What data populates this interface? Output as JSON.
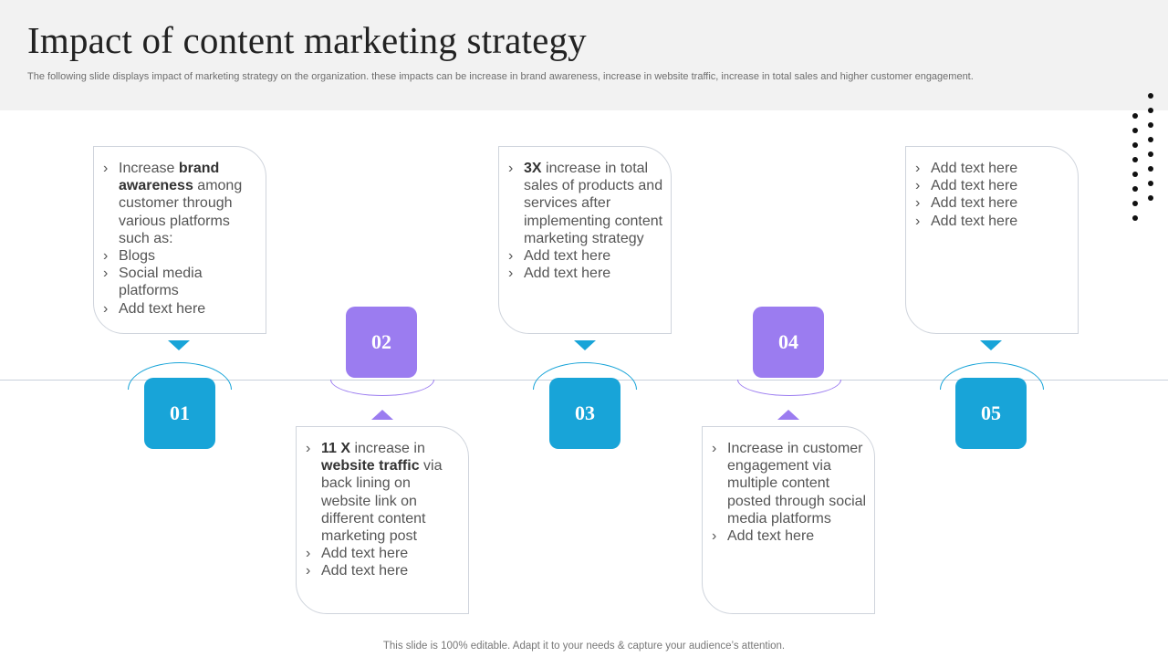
{
  "slide": {
    "title": "Impact of content marketing strategy",
    "subtitle": "The following slide displays impact of marketing strategy on the organization. these impacts can be increase in brand awareness, increase in website traffic, increase in total sales and higher customer engagement.",
    "footer": "This slide is 100% editable. Adapt it to your needs & capture your audience’s attention."
  },
  "steps": [
    {
      "number": "01",
      "items": [
        {
          "pre": "Increase ",
          "bold": "brand awareness",
          "post": " among customer through various platforms such as:"
        },
        {
          "pre": "Blogs",
          "bold": "",
          "post": ""
        },
        {
          "pre": "Social media platforms",
          "bold": "",
          "post": ""
        },
        {
          "pre": "Add text here",
          "bold": "",
          "post": ""
        }
      ]
    },
    {
      "number": "02",
      "items": [
        {
          "pre": "",
          "bold": "11 X",
          "post": " increase in "
        },
        {
          "pre": "Add text here",
          "bold": "",
          "post": ""
        },
        {
          "pre": "Add text here",
          "bold": "",
          "post": ""
        }
      ],
      "item0_bold2": "website traffic",
      "item0_post2": " via back lining on website link on different content marketing post"
    },
    {
      "number": "03",
      "items": [
        {
          "pre": "",
          "bold": "3X",
          "post": " increase in total sales of products and services after implementing content marketing strategy"
        },
        {
          "pre": "Add text here",
          "bold": "",
          "post": ""
        },
        {
          "pre": "Add text here",
          "bold": "",
          "post": ""
        }
      ]
    },
    {
      "number": "04",
      "items": [
        {
          "pre": "Increase in customer engagement via multiple content posted through  social media platforms",
          "bold": "",
          "post": ""
        },
        {
          "pre": "Add text here",
          "bold": "",
          "post": ""
        }
      ]
    },
    {
      "number": "05",
      "items": [
        {
          "pre": "Add text here",
          "bold": "",
          "post": ""
        },
        {
          "pre": "Add text here",
          "bold": "",
          "post": ""
        },
        {
          "pre": "Add text here",
          "bold": "",
          "post": ""
        },
        {
          "pre": "Add text here",
          "bold": "",
          "post": ""
        }
      ]
    }
  ],
  "bullet_glyph": "›",
  "colors": {
    "blue": "#18a4d8",
    "purple": "#9b7cf0",
    "header_bg": "#f2f2f2"
  }
}
